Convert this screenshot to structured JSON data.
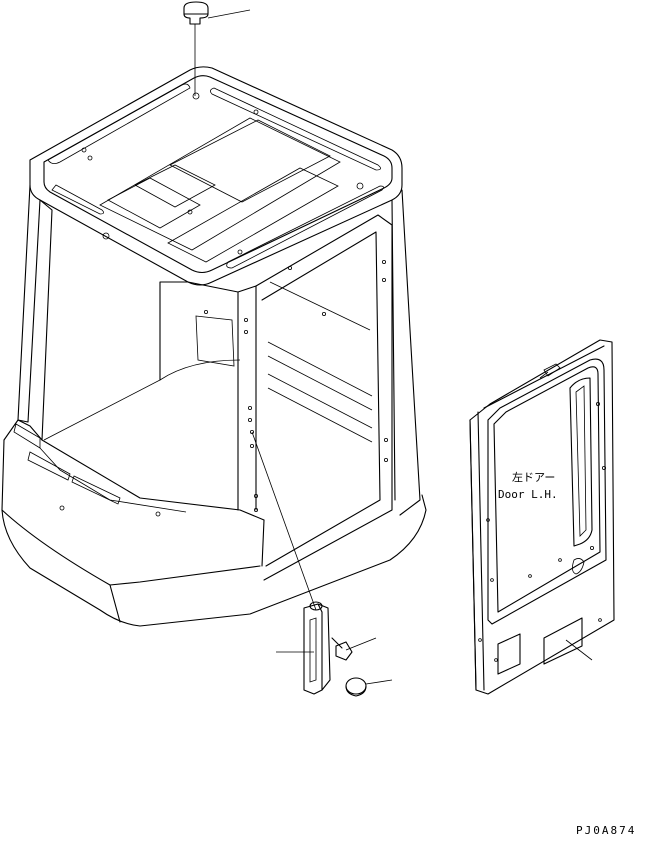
{
  "door_label": {
    "line1": "左ドアー",
    "line2": "Door L.H."
  },
  "drawing_code": "PJ0A874"
}
